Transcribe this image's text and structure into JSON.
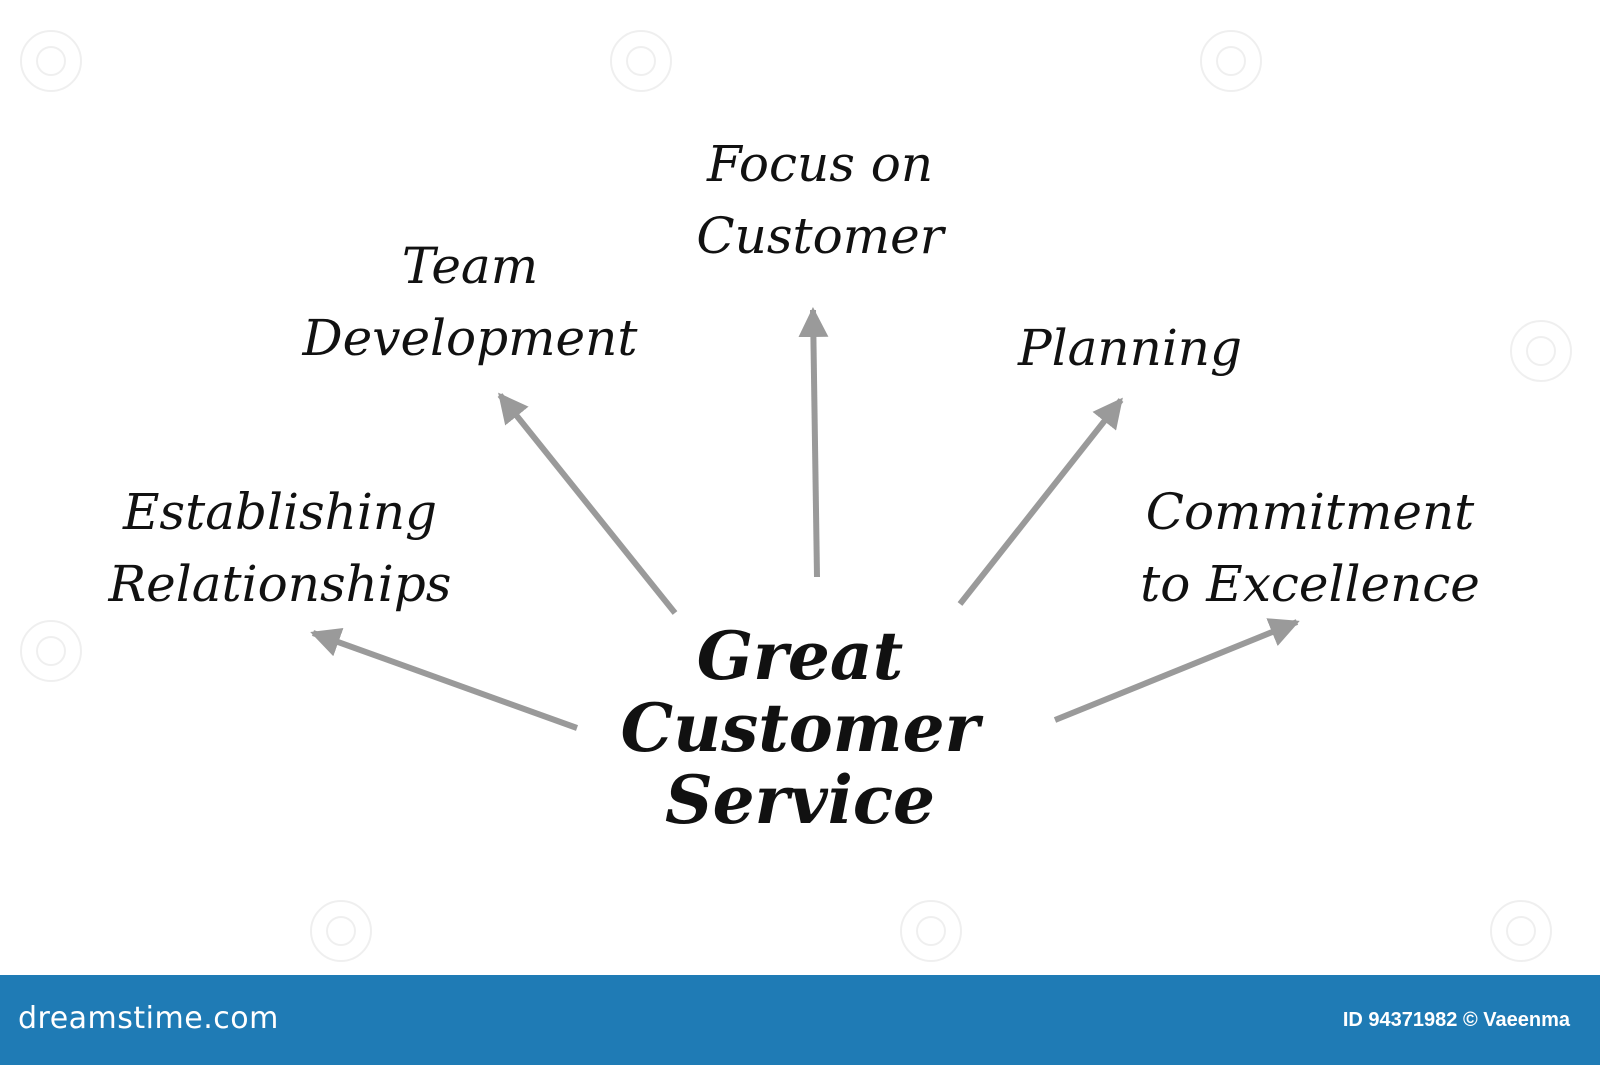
{
  "diagram": {
    "center": {
      "line1": "Great",
      "line2": "Customer",
      "line3": "Service"
    },
    "nodes": [
      {
        "id": "establishing",
        "line1": "Establishing",
        "line2": "Relationships"
      },
      {
        "id": "team",
        "line1": "Team",
        "line2": "Development"
      },
      {
        "id": "focus",
        "line1": "Focus on",
        "line2": "Customer"
      },
      {
        "id": "planning",
        "line1": "Planning",
        "line2": ""
      },
      {
        "id": "commitment",
        "line1": "Commitment",
        "line2": "to Excellence"
      }
    ],
    "arrow_color": "#9a9a9a",
    "text_color": "#111111"
  },
  "footer": {
    "brand": "dreamstime.com",
    "credit": "ID 94371982 © Vaeenma",
    "background": "#1f7bb5"
  }
}
